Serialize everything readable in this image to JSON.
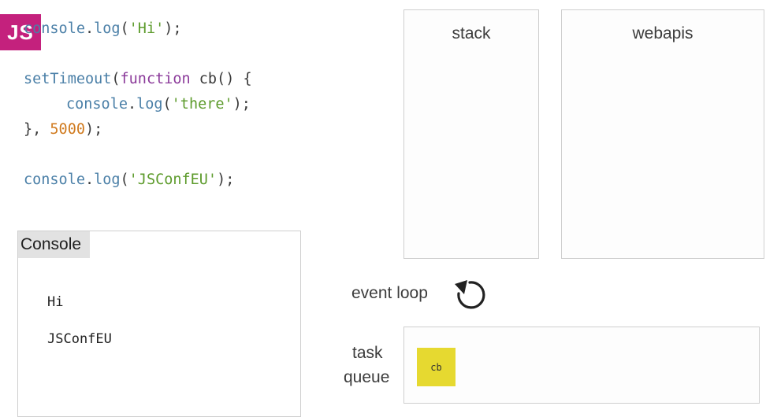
{
  "badge": {
    "text": "JS",
    "color": "#c4217d"
  },
  "code": {
    "line1": {
      "obj": "console",
      "dot": ".",
      "method": "log",
      "open": "(",
      "arg": "'Hi'",
      "close": ");"
    },
    "line2": {
      "call": "setTimeout",
      "open": "(",
      "keyword": "function",
      "name": " cb() {"
    },
    "line3": {
      "obj": "console",
      "dot": ".",
      "method": "log",
      "open": "(",
      "arg": "'there'",
      "close": ");"
    },
    "line4": {
      "start": "}, ",
      "num": "5000",
      "end": ");"
    },
    "line5": {
      "obj": "console",
      "dot": ".",
      "method": "log",
      "open": "(",
      "arg": "'JSConfEU'",
      "close": ");"
    }
  },
  "console": {
    "title": "Console",
    "lines": [
      "Hi",
      "JSConfEU"
    ]
  },
  "stack": {
    "title": "stack"
  },
  "webapis": {
    "title": "webapis"
  },
  "event_loop": {
    "label": "event loop",
    "icon": "circular-arrow-icon"
  },
  "task_queue": {
    "label_line1": "task",
    "label_line2": "queue",
    "items": [
      "cb"
    ],
    "item_color": "#e6d930"
  }
}
